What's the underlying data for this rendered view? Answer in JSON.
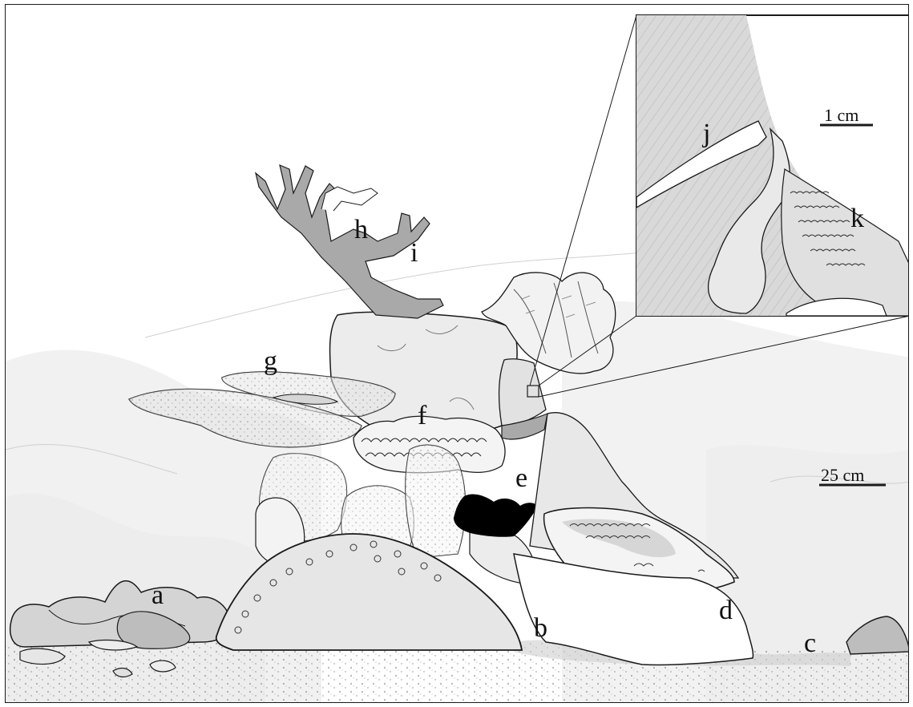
{
  "labels": {
    "a": "a",
    "b": "b",
    "c": "c",
    "d": "d",
    "e": "e",
    "f": "f",
    "g": "g",
    "h": "h",
    "i": "i",
    "j": "j",
    "k": "k"
  },
  "scale_bars": {
    "main": "25 cm",
    "inset": "1 cm"
  },
  "colors": {
    "outline": "#1a1a1a",
    "light_fill": "#ececec",
    "mid_fill": "#d6d6d6",
    "dark_fill": "#a8a8a8",
    "black_fill": "#000000",
    "background_haze": "#f1f1f1"
  }
}
